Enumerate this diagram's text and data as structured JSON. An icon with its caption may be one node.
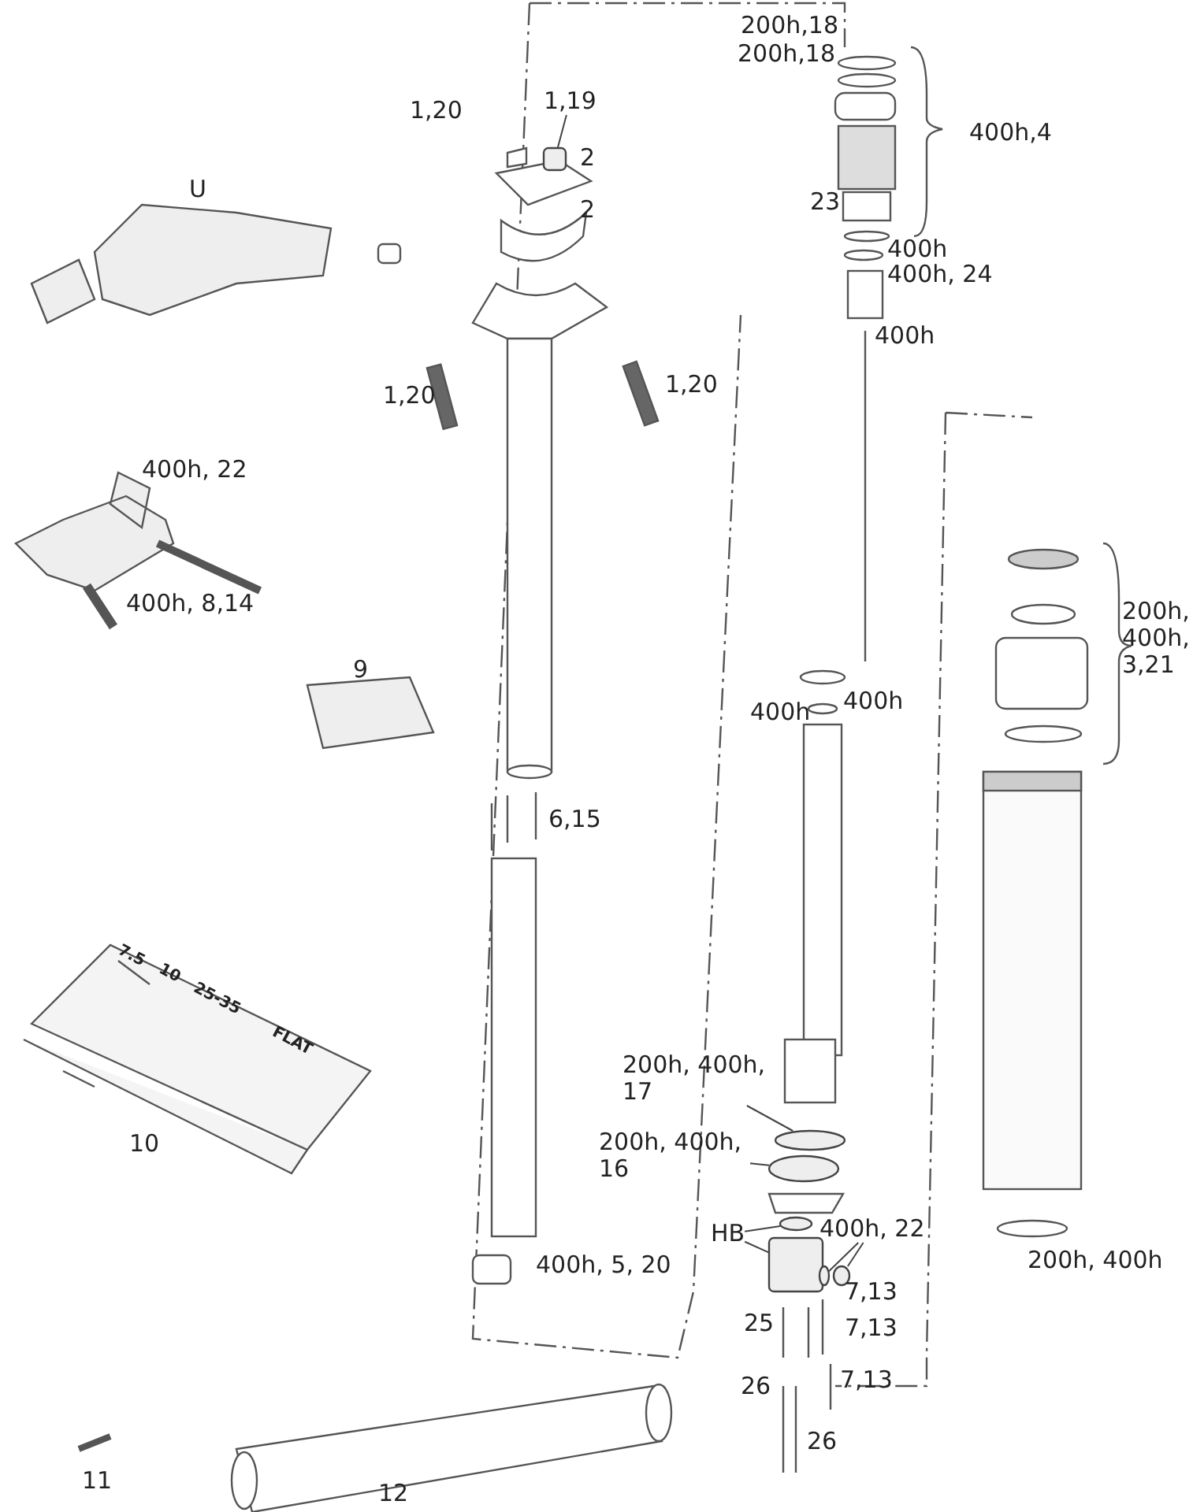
{
  "diagram": {
    "nodes": [
      {
        "text": [
          "200h, 400h, 17"
        ]
      },
      {
        "text": [],
        "shape": "circle"
      },
      {
        "text": [
          "200h, 400h, 16"
        ]
      },
      {
        "text": [],
        "shape": "circle"
      },
      {
        "text": [
          "HB"
        ]
      },
      {
        "text": [],
        "shape": "circle"
      },
      {
        "text": [],
        "shape": "box"
      },
      {
        "text": [
          "400h, 22"
        ]
      },
      {
        "text": [],
        "shape": "circle"
      },
      {
        "text": [],
        "shape": "circle"
      },
      {
        "text": [
          "1,19"
        ]
      },
      {
        "text": [],
        "shape": "box"
      }
    ],
    "edges": [
      {
        "from": 0,
        "to": 1,
        "arrow": "none"
      },
      {
        "from": 2,
        "to": 3,
        "arrow": "none"
      },
      {
        "from": 4,
        "to": 5,
        "arrow": "none"
      },
      {
        "from": 4,
        "to": 6,
        "arrow": "none"
      },
      {
        "from": 7,
        "to": 8,
        "arrow": "none"
      },
      {
        "from": 7,
        "to": 9,
        "arrow": "none"
      },
      {
        "from": 10,
        "to": 11,
        "arrow": "none"
      }
    ],
    "labels": [
      "200h,18",
      "200h,18",
      "1,20",
      "400h,4",
      "2",
      "U",
      "2",
      "23",
      "400h",
      "400h, 24",
      "400h",
      "1,20",
      "1,20",
      "400h, 22",
      "400h, 8,14",
      "200h, 400h, 3,21",
      "9",
      "400h",
      "400h",
      "6,15",
      "7.5",
      "10",
      "25-35",
      "FLAT",
      "10",
      "400h, 5, 20",
      "200h, 400h",
      "7,13",
      "25",
      "7,13",
      "26",
      "7,13",
      "26",
      "11",
      "12"
    ]
  }
}
